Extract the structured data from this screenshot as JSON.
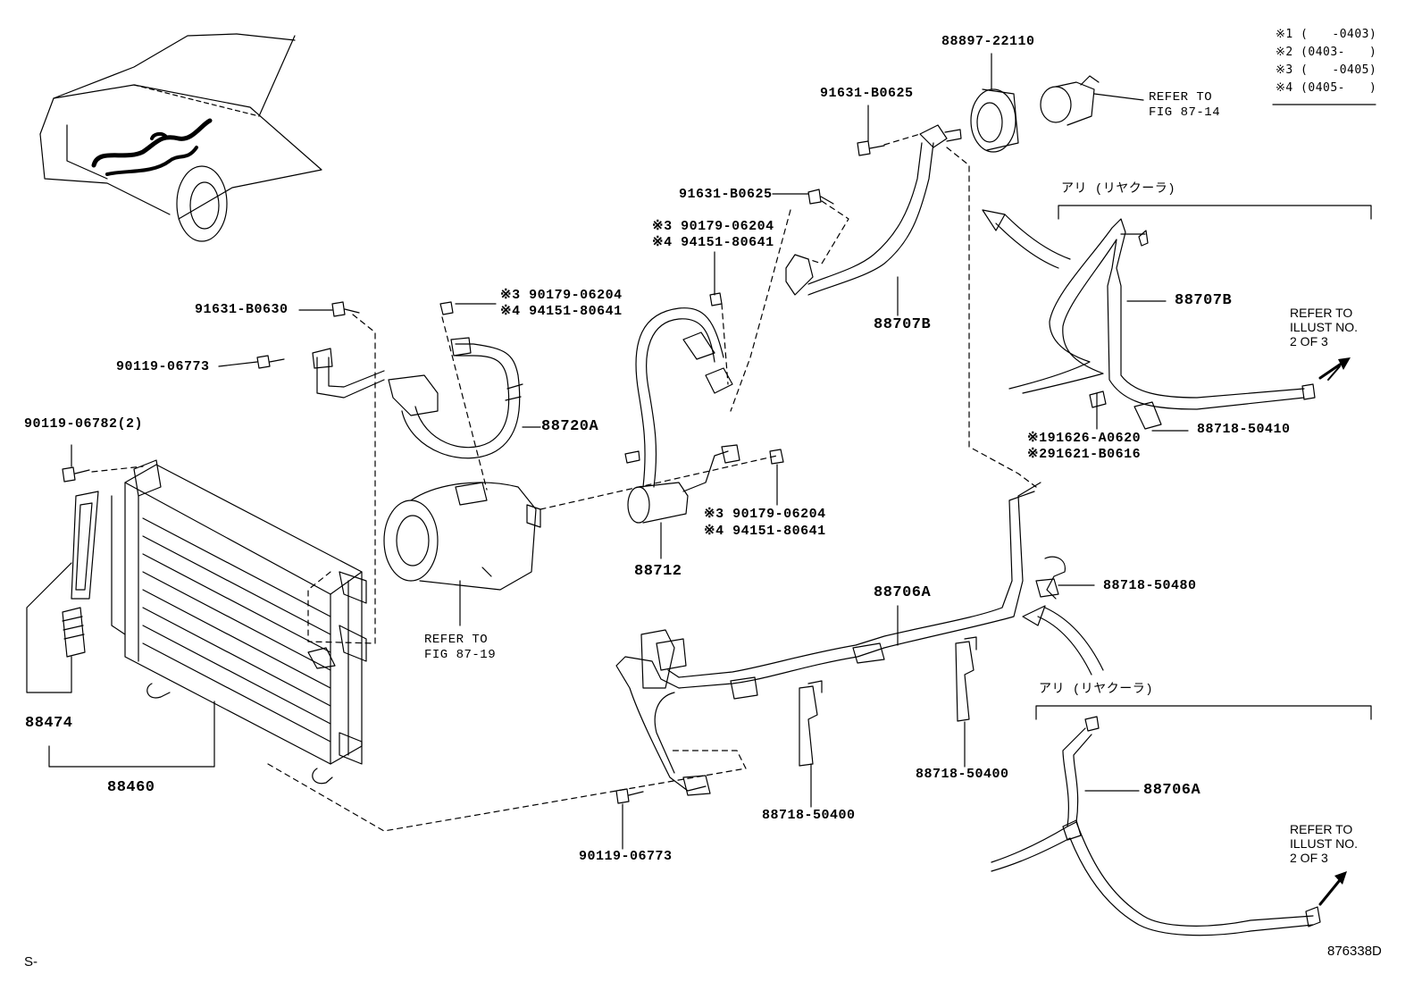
{
  "legend": {
    "items": [
      "※1 (　　-0403)",
      "※2 (0403-　　)",
      "※3 (　　-0405)",
      "※4 (0405-　　)"
    ]
  },
  "labels": {
    "p88897_22110": "88897-22110",
    "p91631_B0625_a": "91631-B0625",
    "refer_fig_87_14_line1": "REFER TO",
    "refer_fig_87_14_line2": "FIG 87-14",
    "p91631_B0625_b": "91631-B0625",
    "note3_90179_06204_a": "※3 90179-06204",
    "note4_94151_80641_a": "※4 94151-80641",
    "rear_cooler_a": "アリ (リヤクーラ)",
    "p88707B_a": "88707B",
    "p88707B_b": "88707B",
    "refer_illust_a_line1": "REFER TO",
    "refer_illust_a_line2": "ILLUST NO.",
    "refer_illust_a_line3": "2 OF 3",
    "p91631_B0630": "91631-B0630",
    "note3_90179_06204_b": "※3 90179-06204",
    "note4_94151_80641_b": "※4 94151-80641",
    "p90119_06773_a": "90119-06773",
    "p88720A": "88720A",
    "p90119_06782": "90119-06782(2)",
    "note1_91626_A0620": "※191626-A0620",
    "note2_91621_B0616": "※291621-B0616",
    "p88718_50410": "88718-50410",
    "note3_90179_06204_c": "※3 90179-06204",
    "note4_94151_80641_c": "※4 94151-80641",
    "p88712": "88712",
    "p88718_50480": "88718-50480",
    "p88706A_a": "88706A",
    "refer_fig_87_19_line1": "REFER TO",
    "refer_fig_87_19_line2": "FIG 87-19",
    "p88474": "88474",
    "rear_cooler_b": "アリ (リヤクーラ)",
    "p88460": "88460",
    "p88718_50400_a": "88718-50400",
    "p88706A_b": "88706A",
    "p88718_50400_b": "88718-50400",
    "p90119_06773_b": "90119-06773",
    "refer_illust_b_line1": "REFER TO",
    "refer_illust_b_line2": "ILLUST NO.",
    "refer_illust_b_line3": "2 OF 3",
    "footer_left": "S-",
    "footer_id": "876338D"
  }
}
